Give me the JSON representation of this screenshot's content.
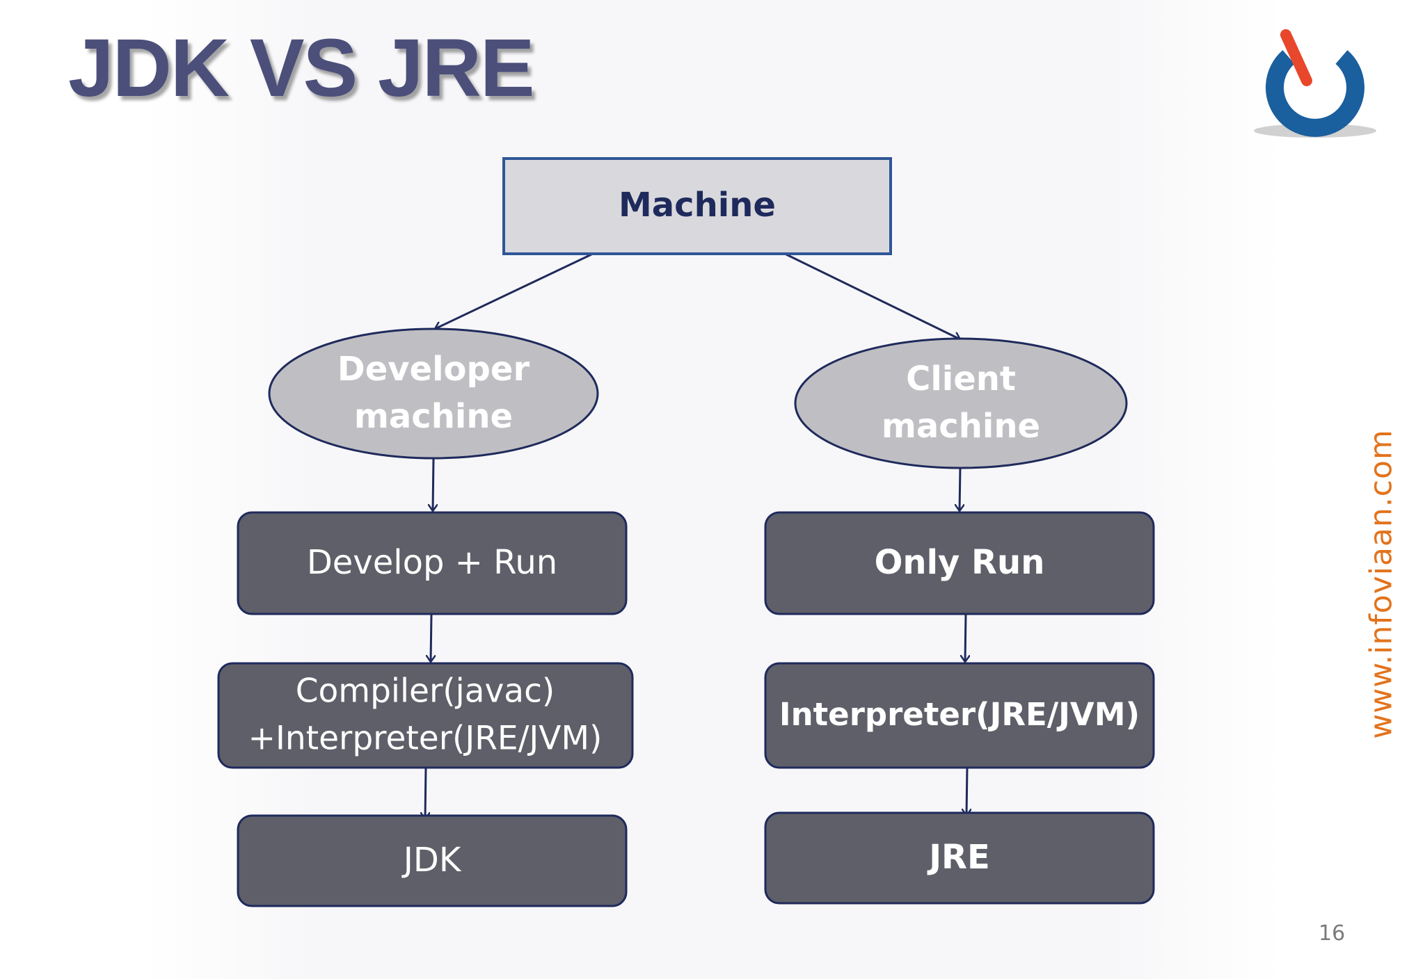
{
  "title": "JDK VS JRE",
  "logo": {
    "icon": "power-button-logo",
    "colors": {
      "ring": "#1a5f9e",
      "accent": "#e8472b"
    }
  },
  "website": "www.infoviaan.com",
  "page_number": "16",
  "diagram": {
    "root": {
      "label": "Machine"
    },
    "branches": [
      {
        "name": "developer",
        "machine_lines": [
          "Developer",
          "machine"
        ],
        "action": "Develop + Run",
        "tool_lines": [
          "Compiler(javac)",
          "+Interpreter(JRE/JVM)"
        ],
        "result": "JDK"
      },
      {
        "name": "client",
        "machine_lines": [
          "Client",
          "machine"
        ],
        "action": "Only Run",
        "tool_lines": [
          "Interpreter(JRE/JVM)"
        ],
        "result": "JRE"
      }
    ]
  },
  "colors": {
    "title": "#4b4f7a",
    "root_fill": "#d9d9dd",
    "root_border": "#2f5597",
    "ellipse_fill": "#bfbfc3",
    "box_fill": "#5f5f69",
    "border": "#1f2a5c",
    "arrow": "#1f2a5c",
    "website": "#e2731c"
  }
}
